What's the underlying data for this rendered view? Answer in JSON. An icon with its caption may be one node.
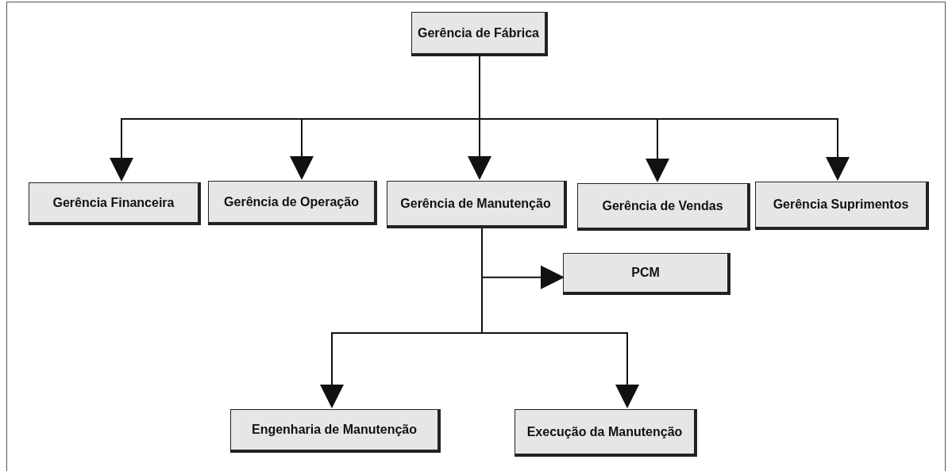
{
  "diagram": {
    "nodes": [
      {
        "text": [
          "Gerência de Fábrica"
        ]
      },
      {
        "text": [
          "Gerência Financeira"
        ]
      },
      {
        "text": [
          "Gerência de Operação"
        ]
      },
      {
        "text": [
          "Gerência de Manutenção"
        ]
      },
      {
        "text": [
          "Gerência de Vendas"
        ]
      },
      {
        "text": [
          "Gerência Suprimentos"
        ]
      },
      {
        "text": [
          "PCM"
        ]
      },
      {
        "text": [
          "Engenharia de Manutenção"
        ]
      },
      {
        "text": [
          "Execução da Manutenção"
        ]
      }
    ],
    "edges": [
      {
        "from": 0,
        "to": 1,
        "arrow": "to"
      },
      {
        "from": 0,
        "to": 2,
        "arrow": "to"
      },
      {
        "from": 0,
        "to": 3,
        "arrow": "to"
      },
      {
        "from": 0,
        "to": 4,
        "arrow": "to"
      },
      {
        "from": 0,
        "to": 5,
        "arrow": "to"
      },
      {
        "from": 3,
        "to": 6,
        "arrow": "to"
      },
      {
        "from": 3,
        "to": 7,
        "arrow": "to"
      },
      {
        "from": 3,
        "to": 8,
        "arrow": "to"
      }
    ]
  }
}
